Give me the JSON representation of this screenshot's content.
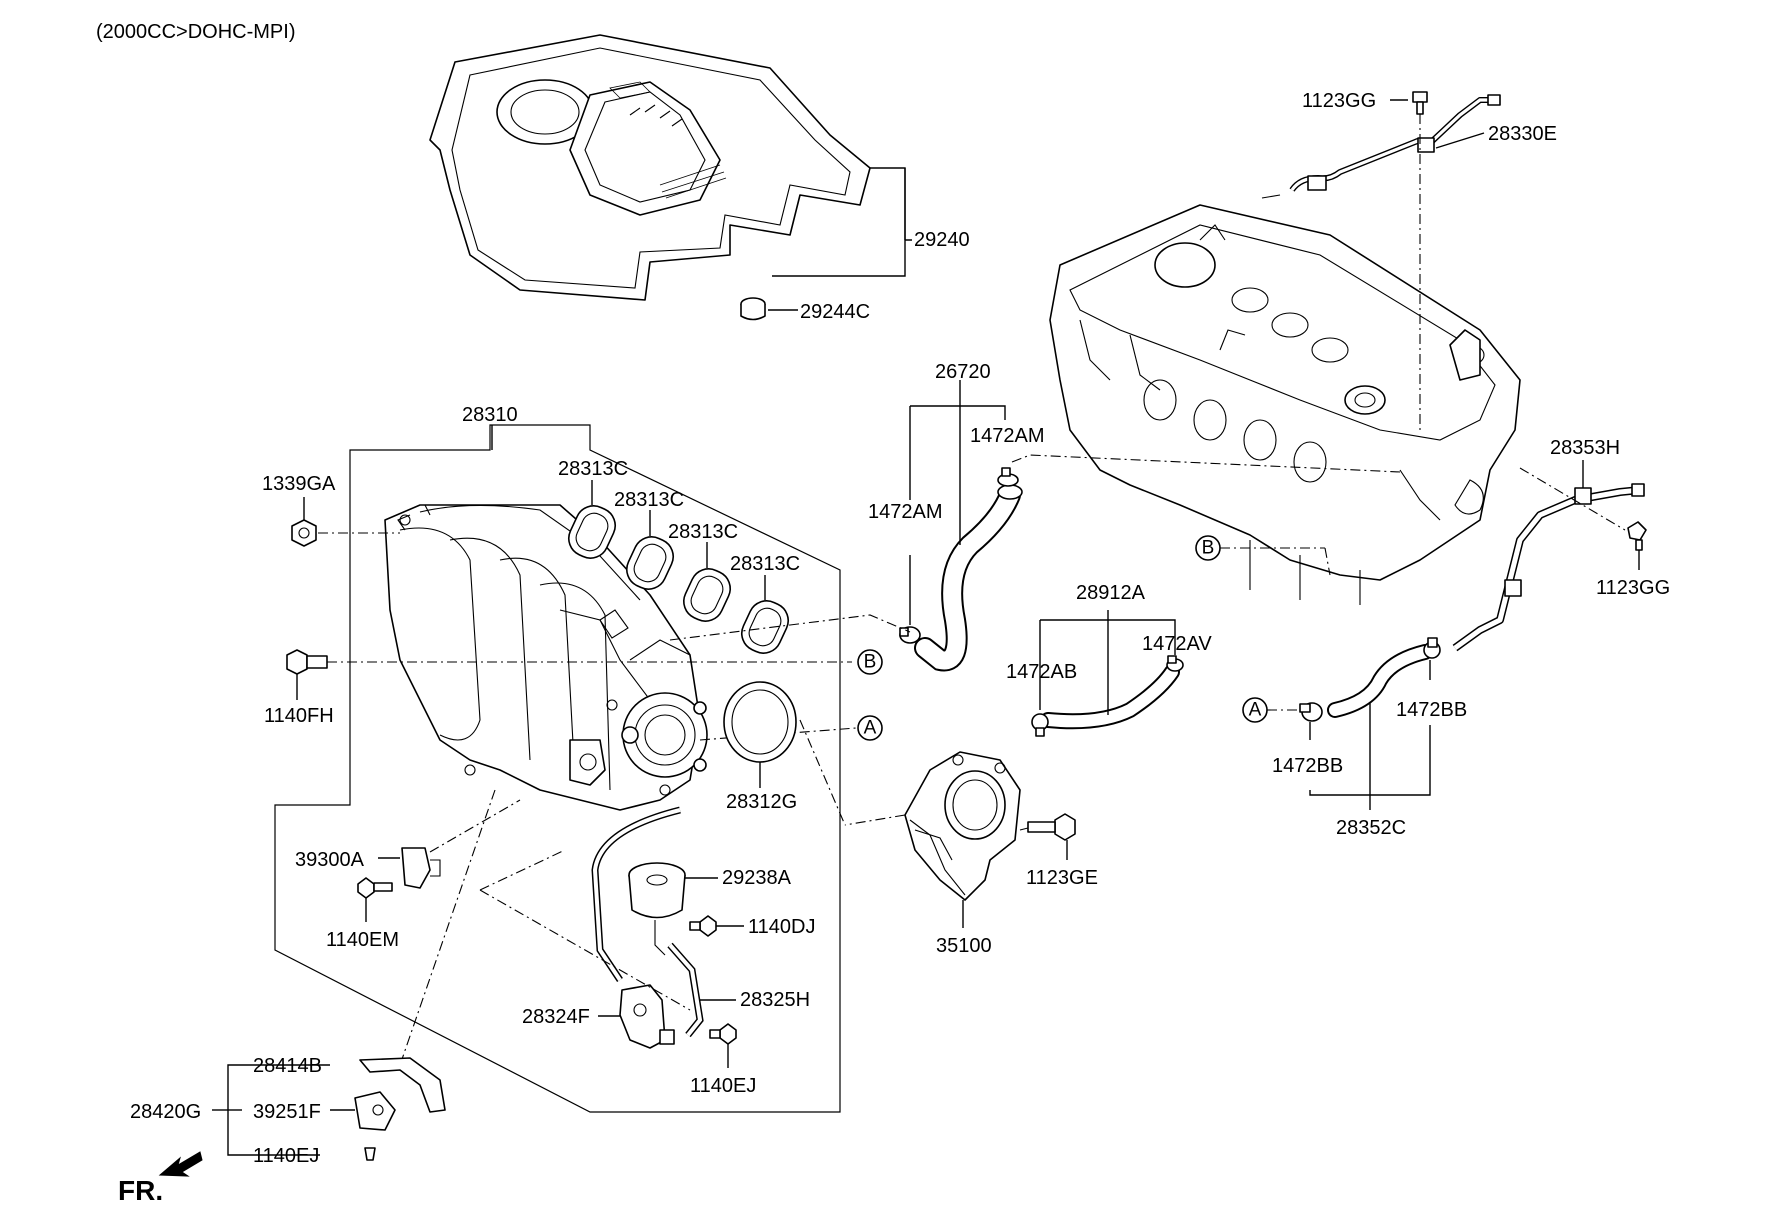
{
  "header": {
    "engine_spec": "(2000CC>DOHC-MPI)"
  },
  "direction": {
    "front_label": "FR."
  },
  "callouts": {
    "ref_a": "A",
    "ref_b": "B"
  },
  "labels": {
    "p29240": "29240",
    "p29244C": "29244C",
    "p1123GG_top": "1123GG",
    "p28330E": "28330E",
    "p28310": "28310",
    "p1339GA": "1339GA",
    "p28313C_1": "28313C",
    "p28313C_2": "28313C",
    "p28313C_3": "28313C",
    "p28313C_4": "28313C",
    "p26720": "26720",
    "p1472AM_1": "1472AM",
    "p1472AM_2": "1472AM",
    "p28353H": "28353H",
    "p1123GG_right": "1123GG",
    "p1140FH": "1140FH",
    "p28912A": "28912A",
    "p1472AB": "1472AB",
    "p1472AV": "1472AV",
    "p28312G": "28312G",
    "p1472BB_1": "1472BB",
    "p1472BB_2": "1472BB",
    "p28352C": "28352C",
    "p39300A": "39300A",
    "p1140EM": "1140EM",
    "p29238A": "29238A",
    "p1140DJ": "1140DJ",
    "p1123GE": "1123GE",
    "p35100": "35100",
    "p28325H": "28325H",
    "p28324F": "28324F",
    "p1140EJ_1": "1140EJ",
    "p28414B": "28414B",
    "p28420G": "28420G",
    "p39251F": "39251F",
    "p1140EJ_2": "1140EJ"
  }
}
